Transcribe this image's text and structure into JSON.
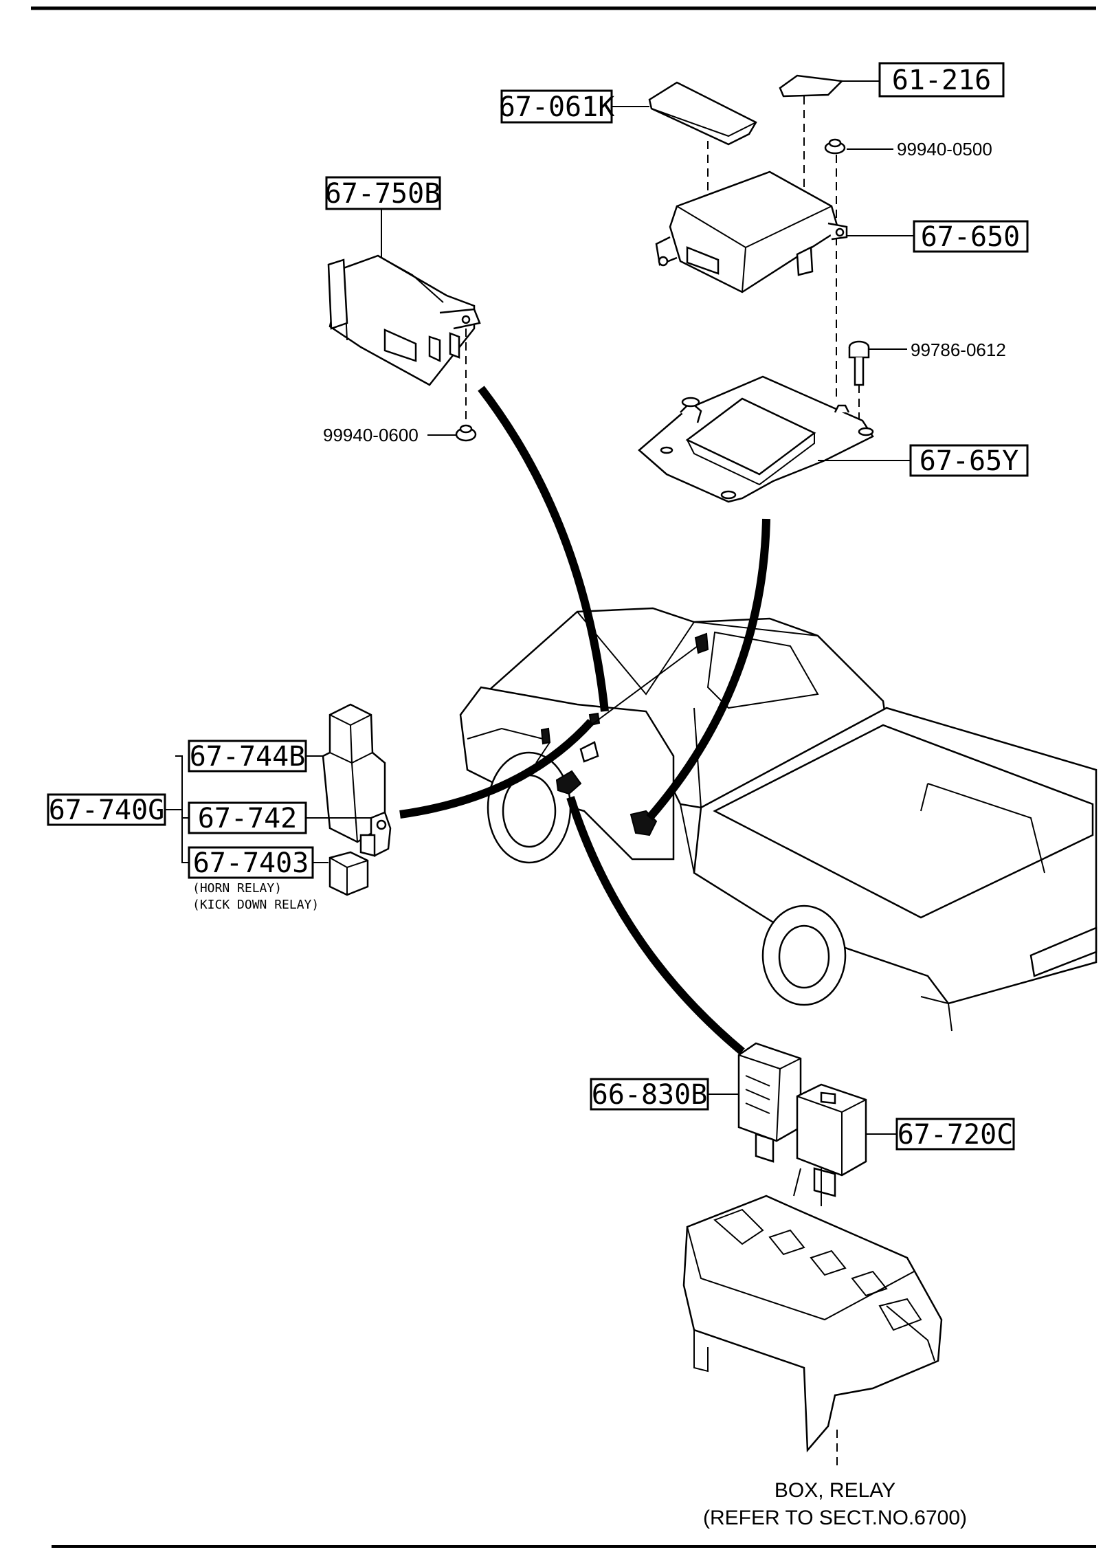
{
  "callouts": {
    "c61_216": "61-216",
    "c67_061K": "67-061K",
    "c67_750B": "67-750B",
    "c67_650": "67-650",
    "c67_65Y": "67-65Y",
    "c67_744B": "67-744B",
    "c67_740G": "67-740G",
    "c67_742": "67-742",
    "c67_7403": "67-7403",
    "c66_830B": "66-830B",
    "c67_720C": "67-720C"
  },
  "part_numbers": {
    "p99940_0500": "99940-0500",
    "p99786_0612": "99786-0612",
    "p99940_0600": "99940-0600"
  },
  "notes": {
    "horn_relay": "(HORN RELAY)",
    "kick_down_relay": "(KICK DOWN RELAY)",
    "box_relay": "BOX, RELAY",
    "refer_to": "(REFER TO SECT.NO.6700)"
  }
}
